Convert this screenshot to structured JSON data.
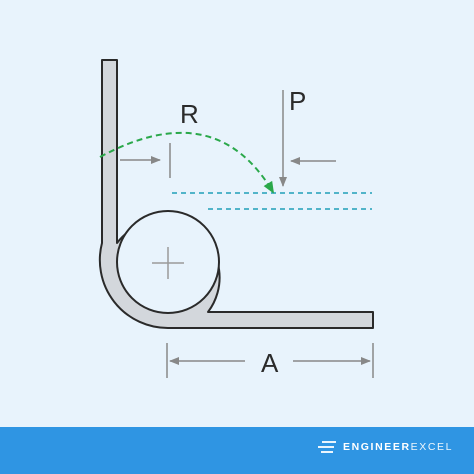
{
  "labels": {
    "radius": "R",
    "load": "P",
    "arm_length": "A"
  },
  "brand": {
    "name_part1": "ENGINEER",
    "name_part2": "EXCEL",
    "icon": "speed-lines-logo-icon"
  },
  "colors": {
    "background": "#e8f3fc",
    "spring_fill": "#d3d7dc",
    "spring_stroke": "#2a2a2a",
    "arc_arrow": "#2aa84a",
    "guide_lines": "#1fa0b8",
    "dimension_lines": "#888888",
    "footer": "#2f95e3"
  }
}
